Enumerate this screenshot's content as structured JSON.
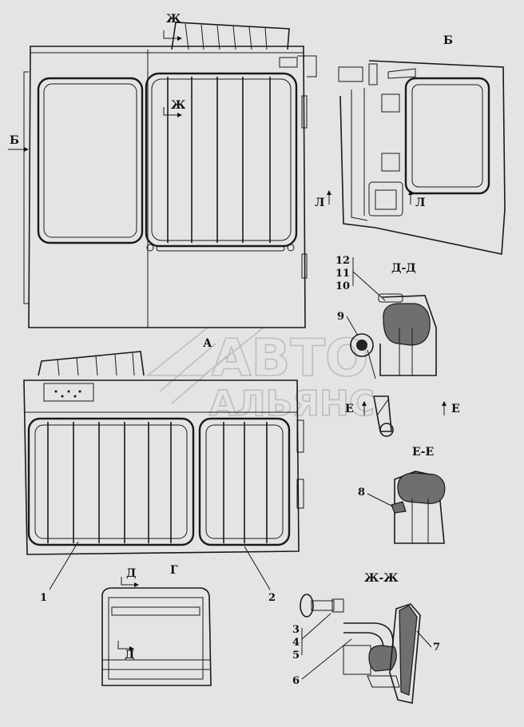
{
  "title": "",
  "view_labels": {
    "zh_top": "Ж",
    "zh_mid": "Ж",
    "b_left": "Б",
    "b_view": "Б",
    "l_left": "Л",
    "l_right": "Л",
    "a_view": "А",
    "g_view": "Г",
    "d_top": "Д",
    "d_bottom": "Д",
    "dd_section": "Д-Д",
    "e_left": "Е",
    "e_right": "Е",
    "ee_section": "Е-Е",
    "zhzh_section": "Ж-Ж"
  },
  "callouts": {
    "c1": "1",
    "c2": "2",
    "c3": "3",
    "c4": "4",
    "c5": "5",
    "c6": "6",
    "c7": "7",
    "c8": "8",
    "c9": "9",
    "c10": "10",
    "c11": "11",
    "c12": "12"
  },
  "watermark": {
    "line1": "АВТО",
    "line2": "АЛЬЯНС"
  }
}
